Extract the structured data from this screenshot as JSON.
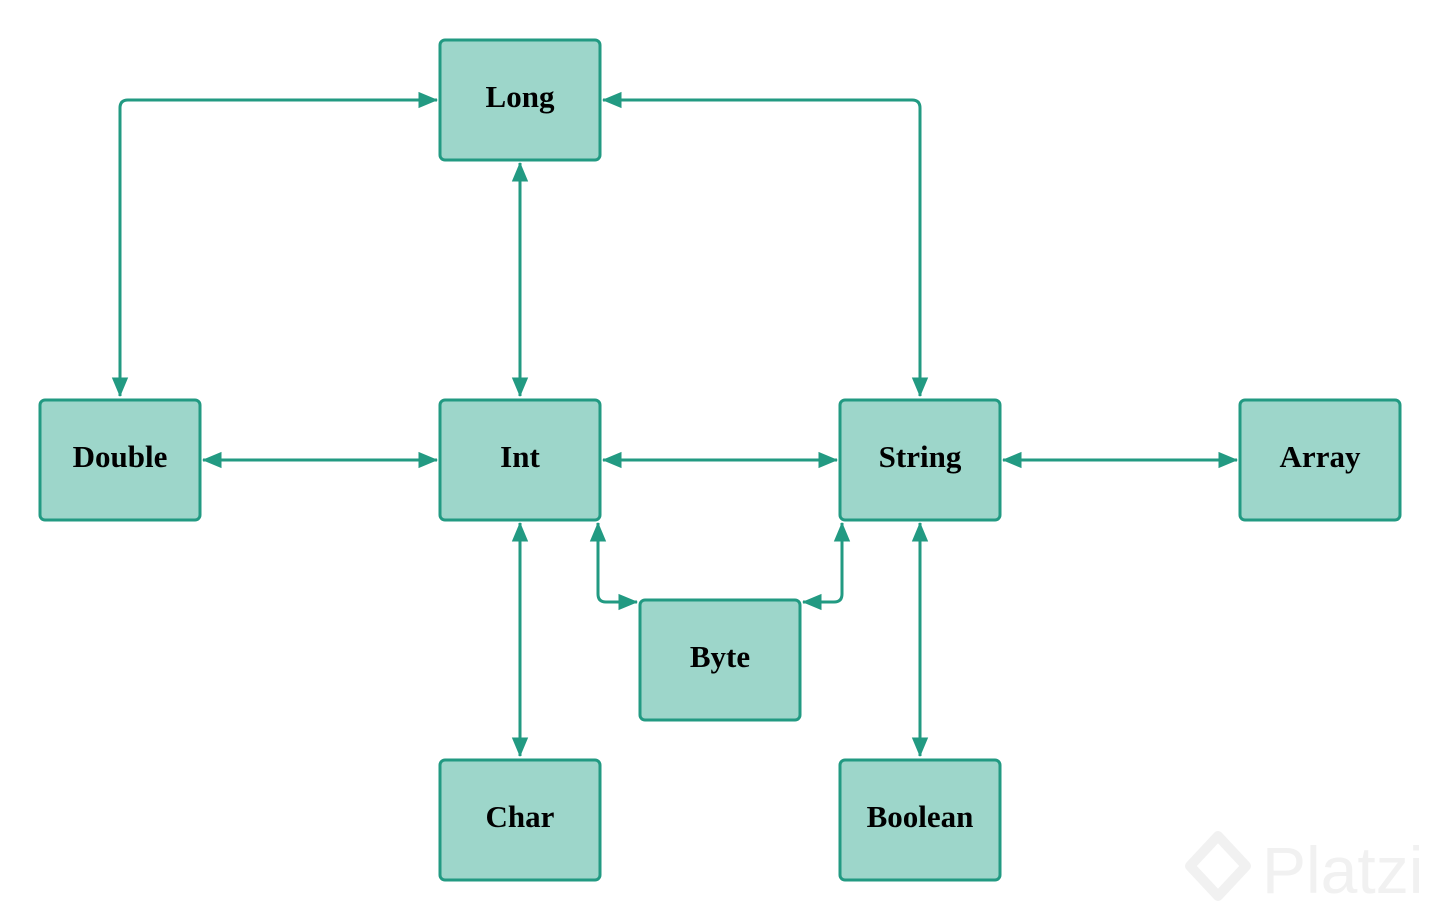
{
  "colors": {
    "node_fill": "#9dd6ca",
    "stroke": "#229a82",
    "text": "#000000",
    "watermark": "#f1f1f1"
  },
  "nodes": {
    "long": "Long",
    "double": "Double",
    "int": "Int",
    "string": "String",
    "array": "Array",
    "byte": "Byte",
    "char": "Char",
    "boolean": "Boolean"
  },
  "edges": [
    {
      "from": "Double",
      "to": "Long",
      "direction": "both"
    },
    {
      "from": "Long",
      "to": "String",
      "direction": "both"
    },
    {
      "from": "Long",
      "to": "Int",
      "direction": "both"
    },
    {
      "from": "Double",
      "to": "Int",
      "direction": "both"
    },
    {
      "from": "Int",
      "to": "String",
      "direction": "both"
    },
    {
      "from": "String",
      "to": "Array",
      "direction": "both"
    },
    {
      "from": "Int",
      "to": "Byte",
      "direction": "both"
    },
    {
      "from": "String",
      "to": "Byte",
      "direction": "both"
    },
    {
      "from": "Int",
      "to": "Char",
      "direction": "both"
    },
    {
      "from": "String",
      "to": "Boolean",
      "direction": "both"
    }
  ],
  "watermark": {
    "text": "Platzi",
    "icon": "platzi-logo-icon"
  }
}
